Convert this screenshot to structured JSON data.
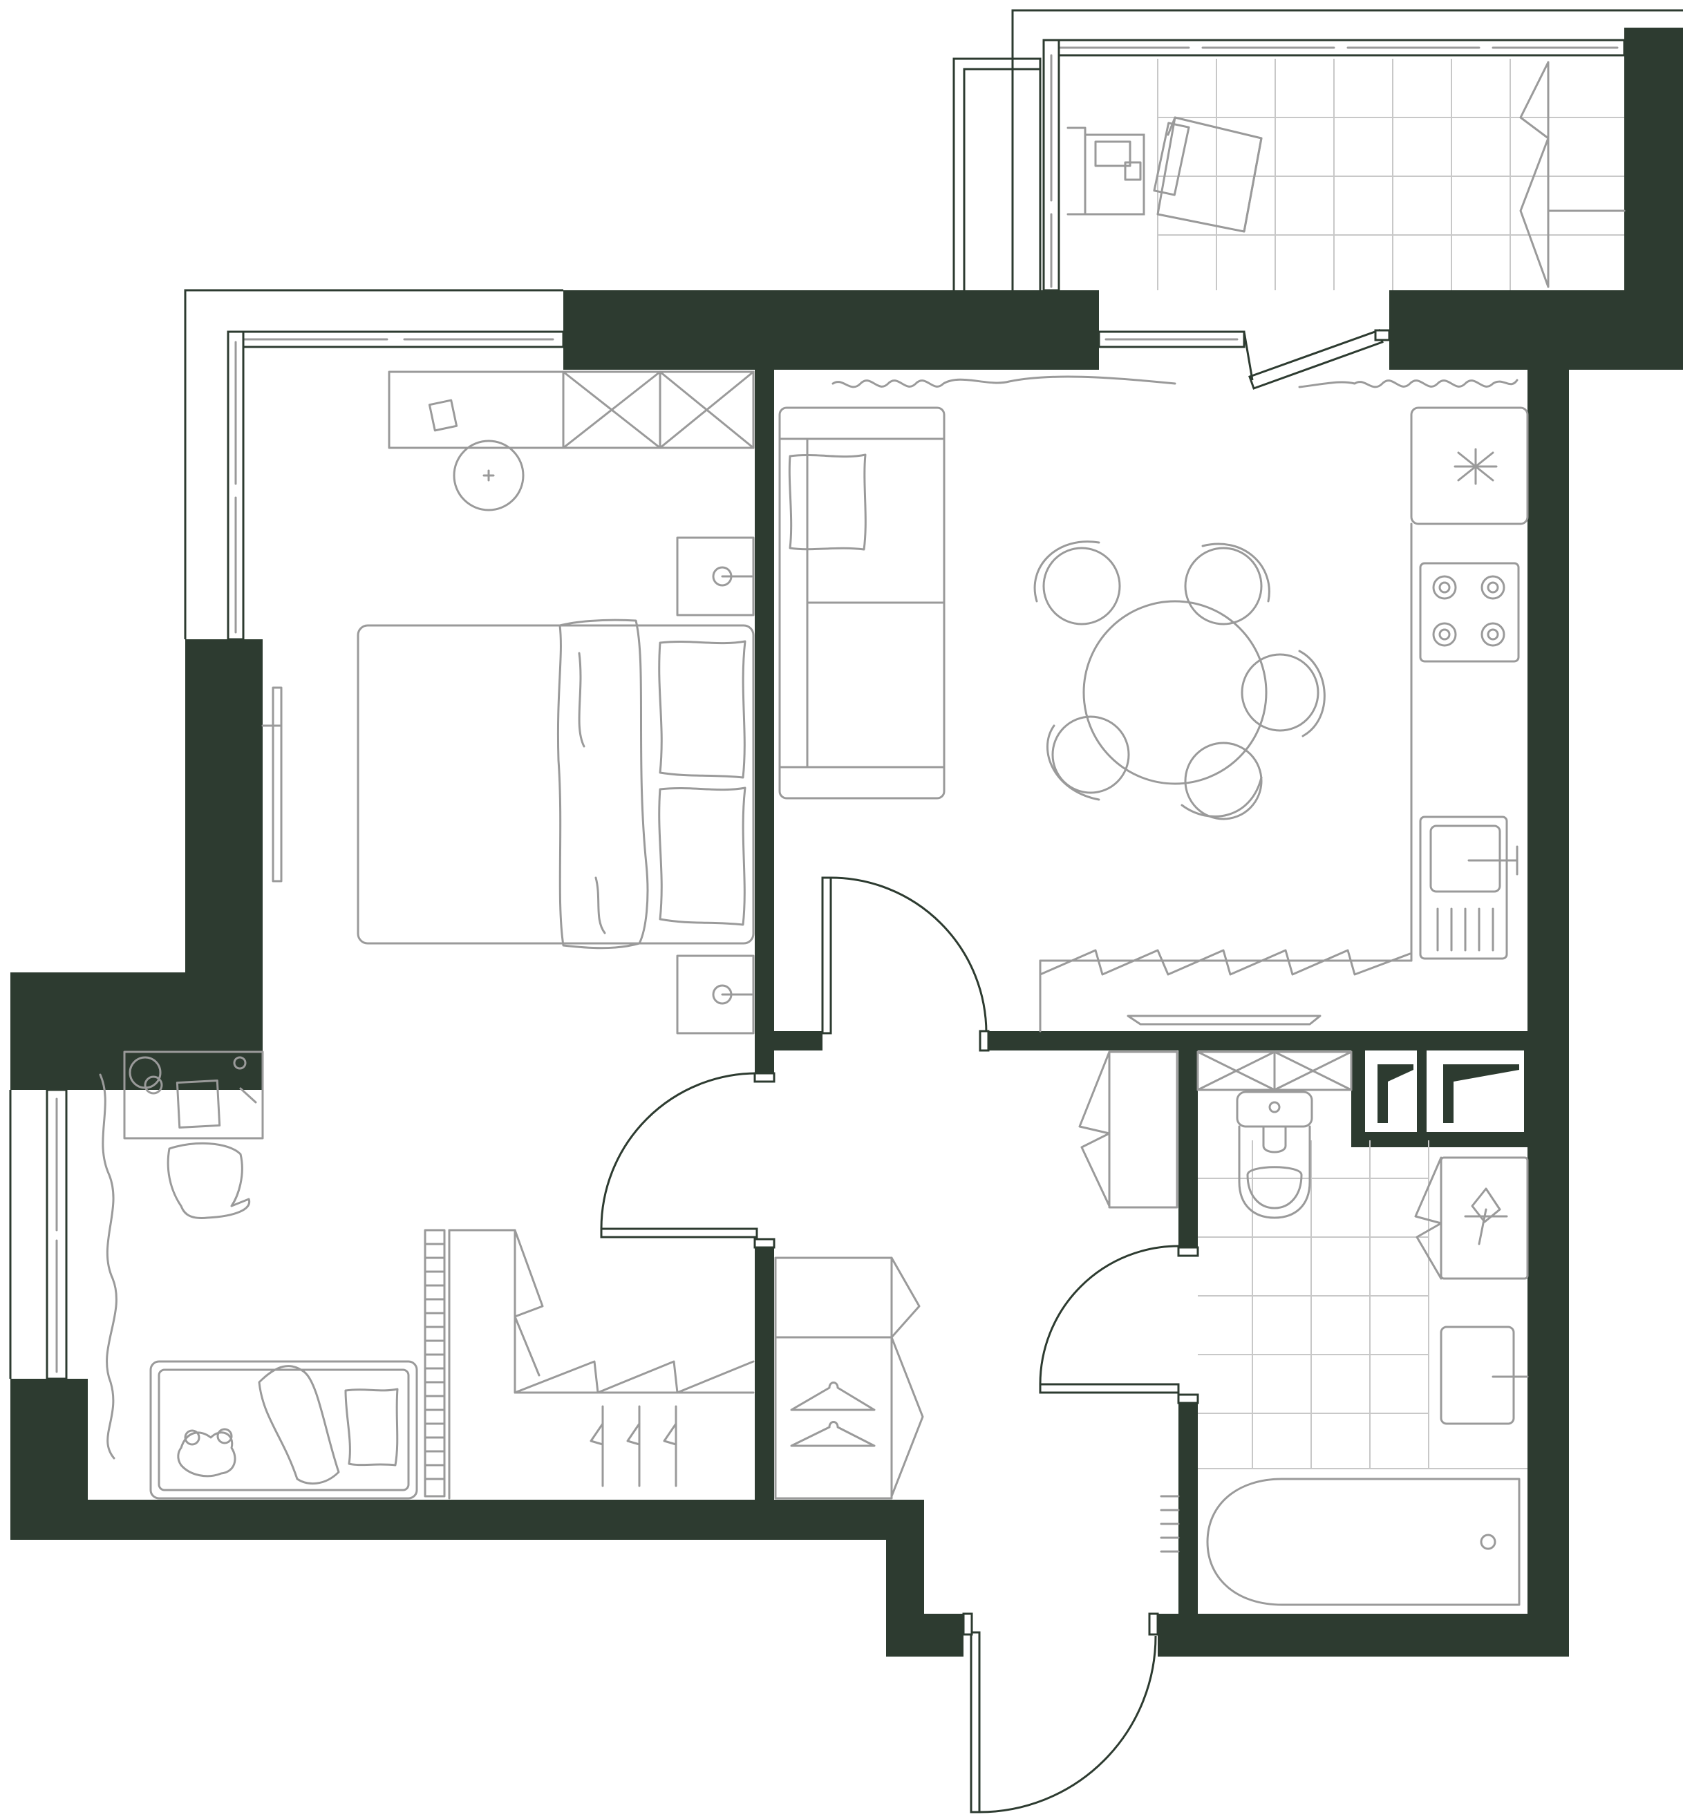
{
  "colors": {
    "wall": "#2d3b30",
    "furniture": "#9a9a9a",
    "tile": "#c8c8c8",
    "background": "#ffffff"
  },
  "rooms": [
    {
      "id": "bedroom",
      "kind": "bedroom"
    },
    {
      "id": "kids",
      "kind": "children-room"
    },
    {
      "id": "living-kitchen",
      "kind": "kitchen-living"
    },
    {
      "id": "hall",
      "kind": "hallway"
    },
    {
      "id": "bathroom",
      "kind": "bathroom"
    },
    {
      "id": "balcony",
      "kind": "balcony"
    }
  ],
  "icons": [
    "door-swing-icon",
    "window-icon",
    "stove-icon",
    "sink-icon",
    "toilet-icon",
    "bathtub-icon",
    "bed-icon",
    "sofa-icon",
    "dining-table-icon",
    "washing-machine-icon",
    "wardrobe-icon",
    "hanger-icon"
  ]
}
